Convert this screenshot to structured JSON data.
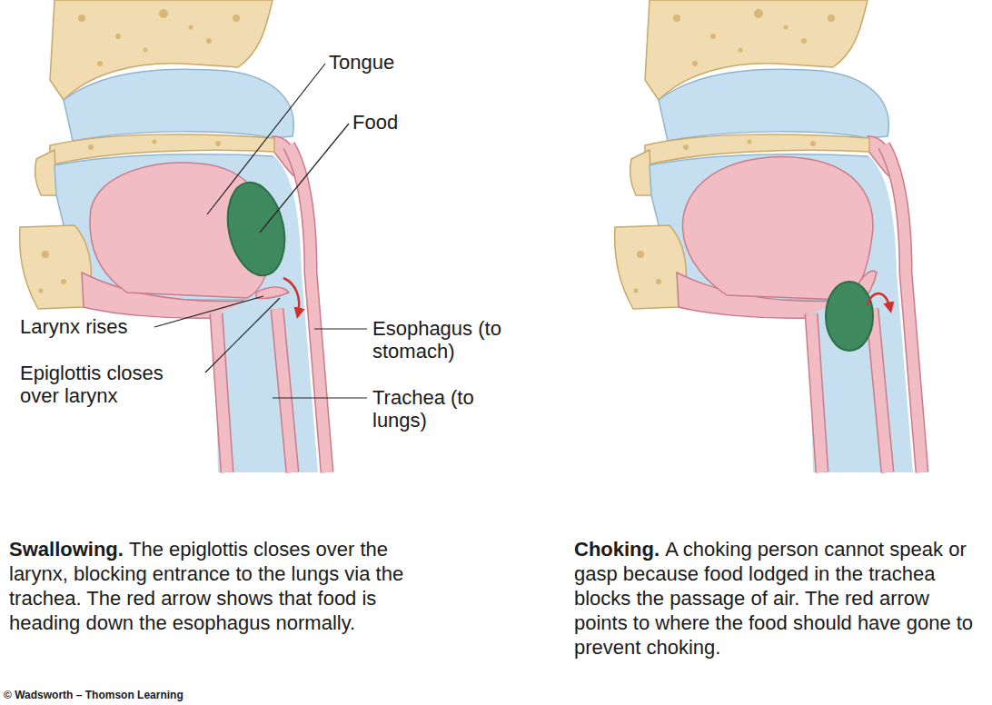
{
  "diagram": {
    "labels": [
      "Tongue",
      "Food",
      "Larynx rises",
      "Epiglottis closes over larynx",
      "Esophagus (to stomach)",
      "Trachea (to lungs)",
      "Swallowing.",
      "The epiglottis closes over the larynx, blocking entrance to the lungs via the trachea. The red arrow shows that food is heading down the esophagus normally.",
      "Choking.",
      "A choking person cannot speak or gasp because food lodged in the trachea blocks the passage of air. The red arrow points to where the food should have gone to prevent choking.",
      "© Wadsworth – Thomson Learning"
    ]
  }
}
